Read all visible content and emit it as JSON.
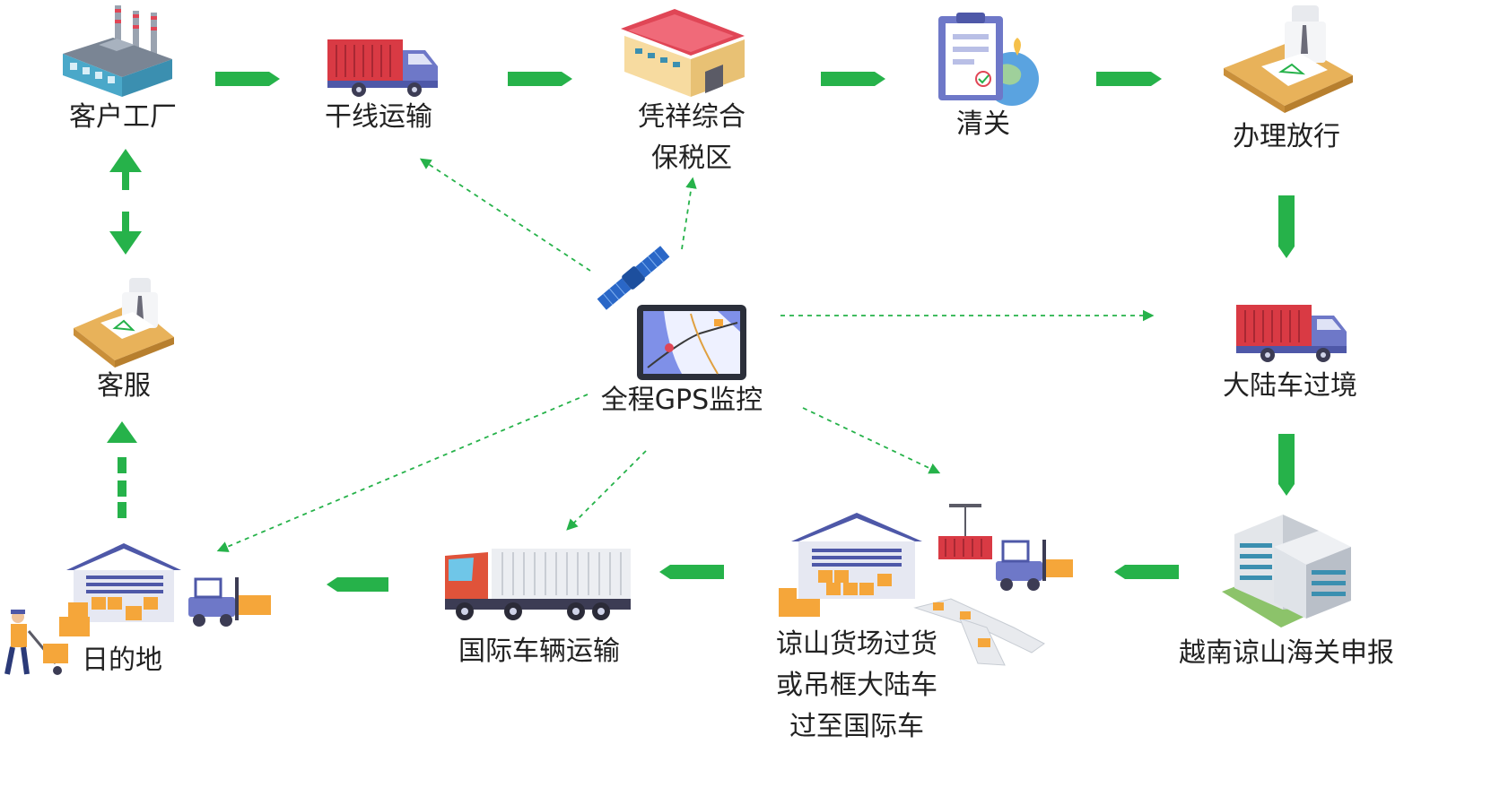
{
  "colors": {
    "accent_green": "#26b24a",
    "truck_red": "#d93a44",
    "truck_blue": "#6e78c8",
    "box_orange": "#f5a63a",
    "warehouse_roof": "#e04656",
    "sat_blue": "#2a67c7"
  },
  "nodes": {
    "factory": {
      "label": "客户工厂",
      "icon": "factory-icon"
    },
    "trunk": {
      "label": "干线运输",
      "icon": "truck-icon"
    },
    "bonded": {
      "line1": "凭祥综合",
      "line2": "保税区",
      "icon": "warehouse-icon"
    },
    "customs": {
      "label": "清关",
      "icon": "clipboard-icon"
    },
    "release": {
      "label": "办理放行",
      "icon": "officer-desk-icon"
    },
    "border": {
      "label": "大陆车过境",
      "icon": "truck-icon"
    },
    "vn_customs": {
      "label": "越南谅山海关申报",
      "icon": "office-building-icon"
    },
    "transfer": {
      "line1": "谅山货场过货",
      "line2": "或吊框大陆车",
      "line3": "过至国际车",
      "icon": "yard-crane-icon"
    },
    "intl": {
      "label": "国际车辆运输",
      "icon": "container-truck-icon"
    },
    "dest": {
      "label": "日的地",
      "icon": "warehouse-forklift-icon"
    },
    "service": {
      "label": "客服",
      "icon": "officer-desk-icon"
    },
    "gps": {
      "label": "全程GPS监控",
      "icon": "gps-tablet-icon"
    }
  }
}
